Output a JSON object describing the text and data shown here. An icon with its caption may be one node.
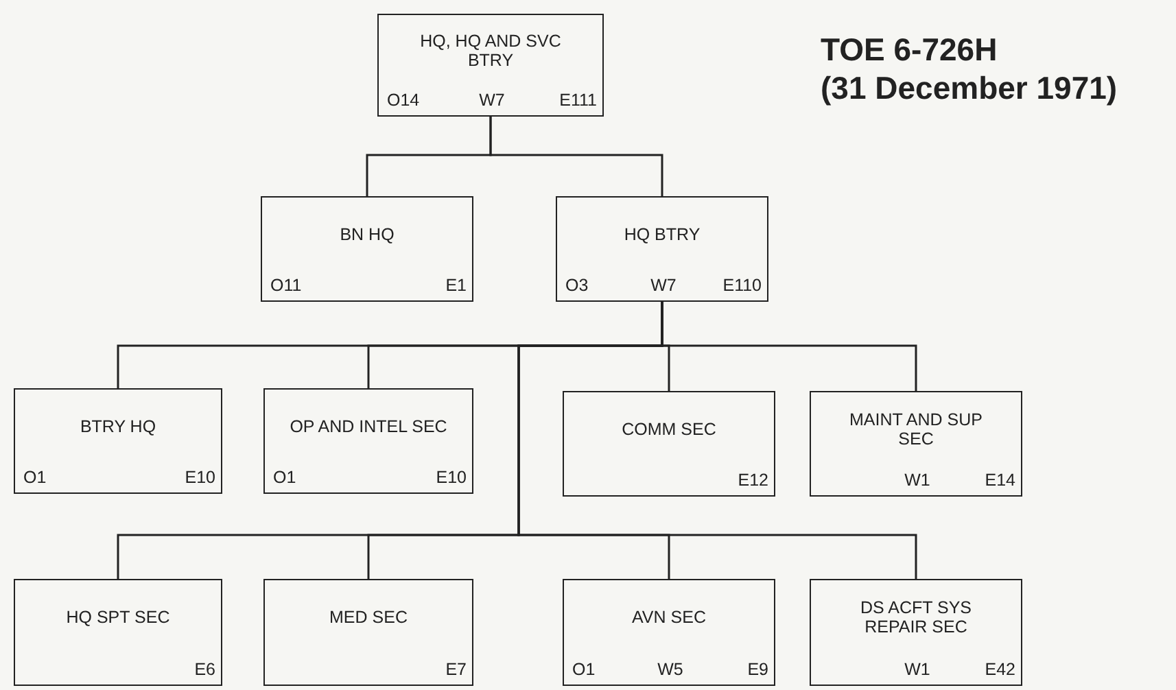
{
  "diagram": {
    "title": "TOE 6-726H",
    "nodes": [
      {
        "text": [
          "HQ, HQ AND SVC BTRY",
          "O14",
          "W7",
          "E111"
        ]
      },
      {
        "text": [
          "BN HQ",
          "O11",
          "E1"
        ]
      },
      {
        "text": [
          "HQ BTRY",
          "O3",
          "W7",
          "E110"
        ]
      },
      {
        "text": [
          "BTRY HQ",
          "O1",
          "E10"
        ]
      },
      {
        "text": [
          "OP AND INTEL SEC",
          "O1",
          "E10"
        ]
      },
      {
        "text": [
          "COMM SEC",
          "E12"
        ]
      },
      {
        "text": [
          "MAINT AND SUP SEC",
          "W1",
          "E14"
        ]
      },
      {
        "text": [
          "HQ SPT SEC",
          "E6"
        ]
      },
      {
        "text": [
          "MED SEC",
          "E7"
        ]
      },
      {
        "text": [
          "AVN SEC",
          "O1",
          "W5",
          "E9"
        ]
      },
      {
        "text": [
          "DS ACFT SYS REPAIR SEC",
          "W1",
          "E42"
        ]
      }
    ],
    "edges": [
      {
        "from": 0,
        "to": 1,
        "arrow": "none"
      },
      {
        "from": 0,
        "to": 2,
        "arrow": "none"
      },
      {
        "from": 2,
        "to": 3,
        "arrow": "none"
      },
      {
        "from": 2,
        "to": 4,
        "arrow": "none"
      },
      {
        "from": 2,
        "to": 5,
        "arrow": "none"
      },
      {
        "from": 2,
        "to": 6,
        "arrow": "none"
      },
      {
        "from": 2,
        "to": 7,
        "arrow": "none"
      },
      {
        "from": 2,
        "to": 8,
        "arrow": "none"
      },
      {
        "from": 2,
        "to": 9,
        "arrow": "none"
      },
      {
        "from": 2,
        "to": 10,
        "arrow": "none"
      }
    ],
    "labels": [
      "(31 December 1971)"
    ]
  }
}
